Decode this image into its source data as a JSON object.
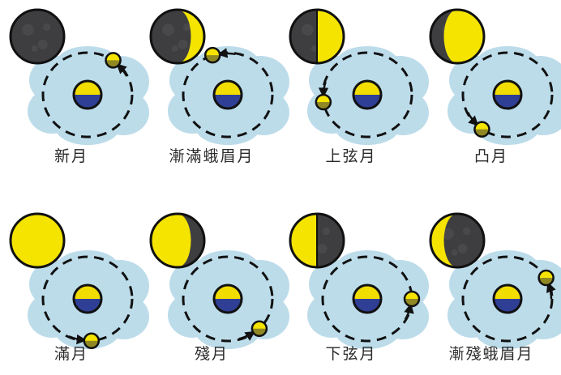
{
  "colors": {
    "moon_dark": "#3e3e40",
    "moon_lit": "#f4e400",
    "outline": "#111111",
    "cloud": "#bcdcea",
    "earth_top": "#f2dd00",
    "earth_bottom": "#2f3f95",
    "background": "#ffffff"
  },
  "icons": {
    "moon": "moon-phase-icon",
    "earth": "earth-icon",
    "orbit_arrow": "arrow-icon"
  },
  "phases": [
    {
      "label": "新月",
      "lit_fraction": 0.0,
      "lit_side": "right"
    },
    {
      "label": "漸滿蛾眉月",
      "lit_fraction": 0.25,
      "lit_side": "right"
    },
    {
      "label": "上弦月",
      "lit_fraction": 0.5,
      "lit_side": "right"
    },
    {
      "label": "凸月",
      "lit_fraction": 0.75,
      "lit_side": "right"
    },
    {
      "label": "滿月",
      "lit_fraction": 1.0,
      "lit_side": "right"
    },
    {
      "label": "殘月",
      "lit_fraction": 0.75,
      "lit_side": "left"
    },
    {
      "label": "下弦月",
      "lit_fraction": 0.5,
      "lit_side": "left"
    },
    {
      "label": "漸殘蛾眉月",
      "lit_fraction": 0.25,
      "lit_side": "left"
    }
  ]
}
